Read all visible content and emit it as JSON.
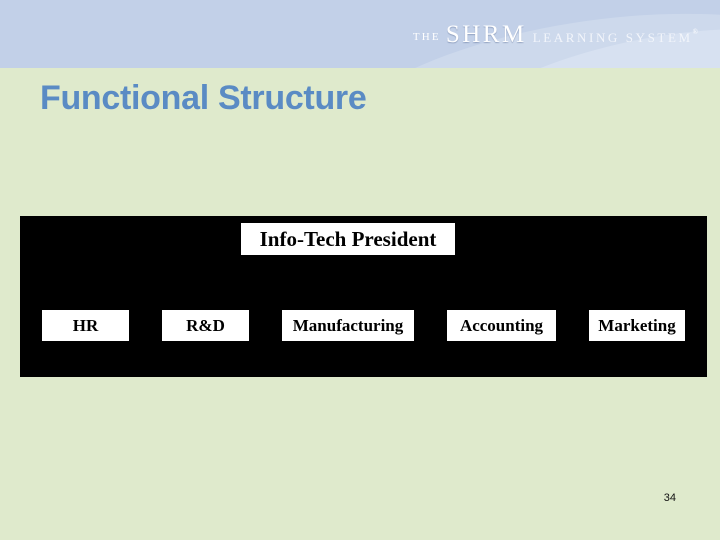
{
  "slide": {
    "background_color": "#dfeacc",
    "number": "34"
  },
  "header": {
    "band_color": "#c2d0e8",
    "logo": {
      "the": "THE",
      "shrm": "SHRM",
      "learning_system": "LEARNING SYSTEM",
      "trademark": "®"
    }
  },
  "title": {
    "text": "Functional Structure",
    "color": "#5a8bc4"
  },
  "orgchart": {
    "background_color": "#000000",
    "top_node": {
      "label": "Info-Tech President"
    },
    "departments": [
      {
        "label": "HR"
      },
      {
        "label": "R&D"
      },
      {
        "label": "Manufacturing"
      },
      {
        "label": "Accounting"
      },
      {
        "label": "Marketing"
      }
    ]
  }
}
